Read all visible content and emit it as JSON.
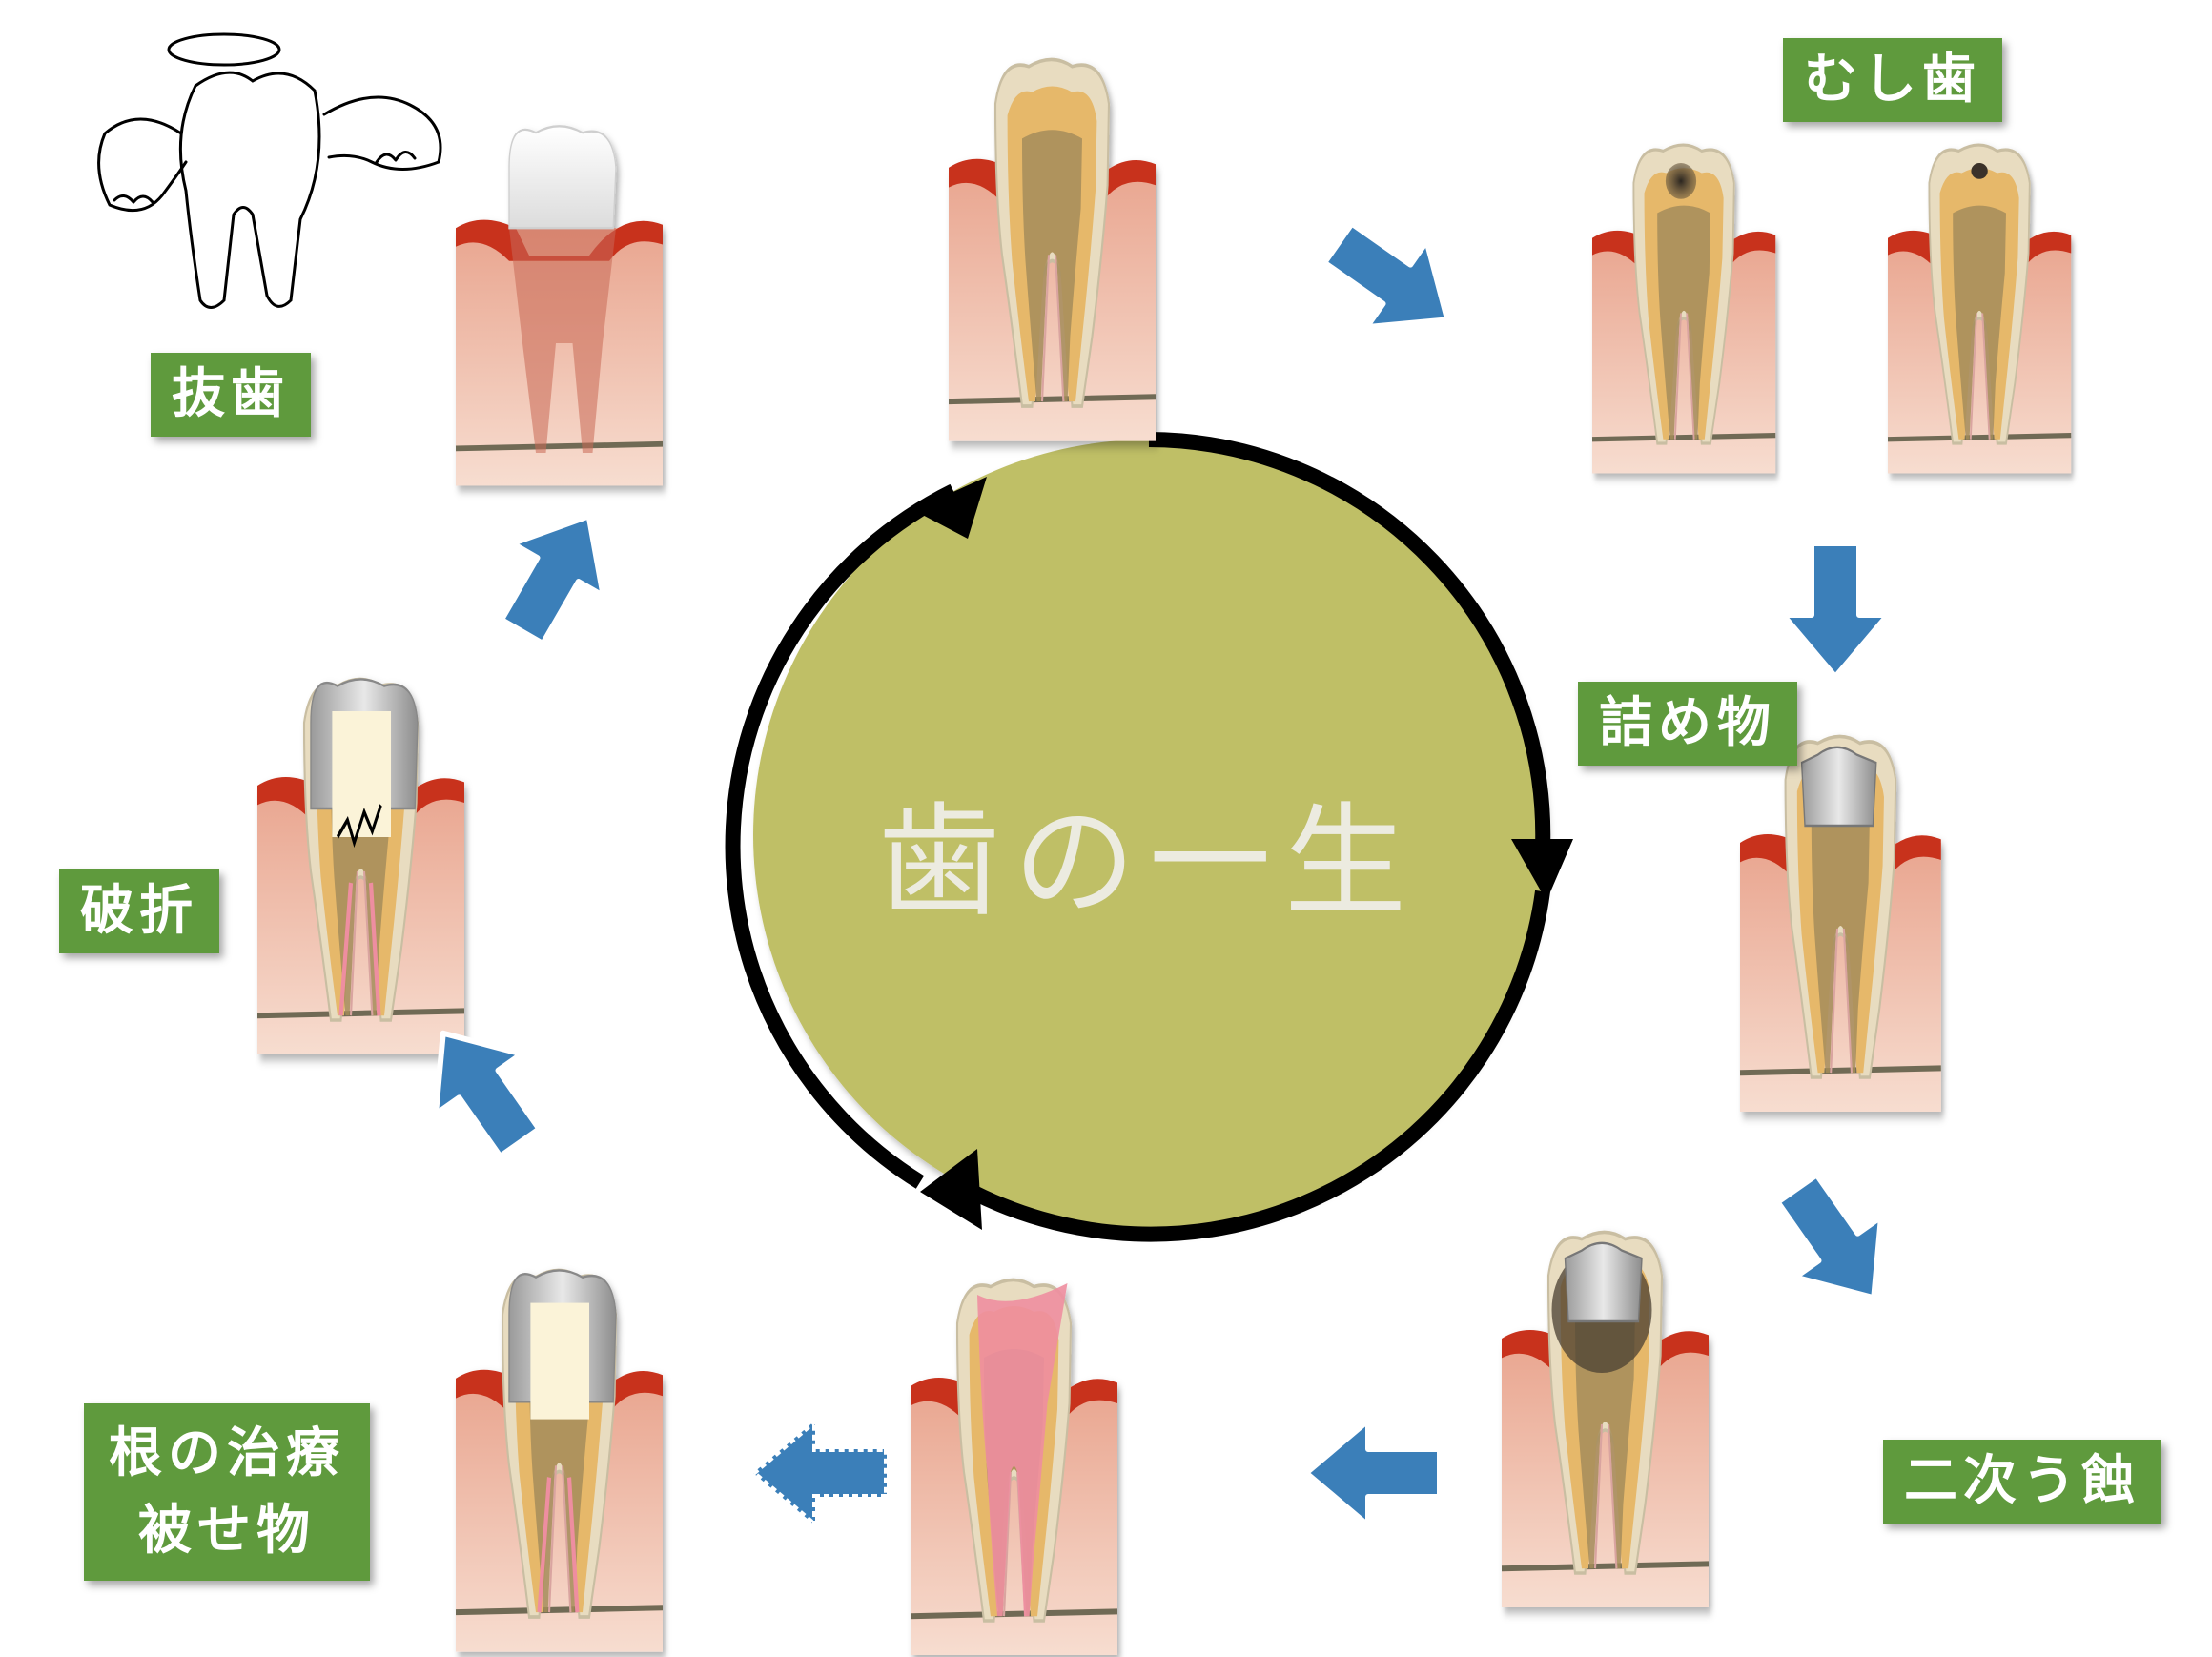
{
  "title": "歯の一生",
  "labels": {
    "cavity": "むし歯",
    "filling": "詰め物",
    "secondary_caries": "二次う蝕",
    "root_treatment_line1": "根の治療",
    "root_treatment_line2": "被せ物",
    "fracture": "破折",
    "extraction": "抜歯"
  },
  "colors": {
    "label_bg": "#5f9a3d",
    "circle_fill": "#bfbf66",
    "arrow_blue": "#3b7fb9",
    "gum_red": "#c8321e",
    "gum_pink": "#f0c8b4",
    "enamel": "#f2e2c0",
    "dentin": "#e6b86a",
    "pulp": "#a58c5a"
  }
}
